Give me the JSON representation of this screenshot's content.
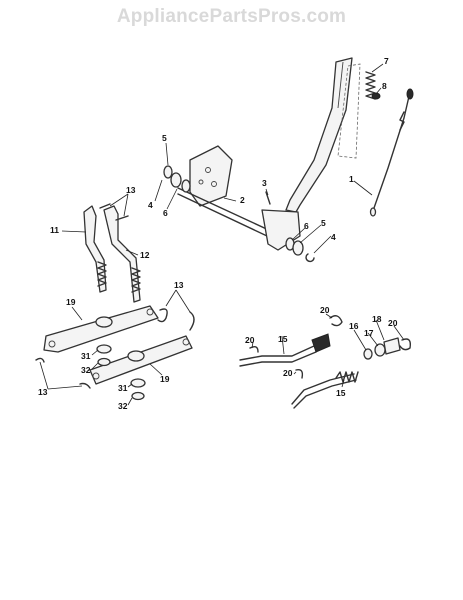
{
  "watermark": "AppliancePartsPros.com",
  "callouts": [
    {
      "id": "1",
      "text": "1"
    },
    {
      "id": "2",
      "text": "2"
    },
    {
      "id": "3",
      "text": "3"
    },
    {
      "id": "4a",
      "text": "4"
    },
    {
      "id": "4b",
      "text": "4"
    },
    {
      "id": "5a",
      "text": "5"
    },
    {
      "id": "5b",
      "text": "5"
    },
    {
      "id": "6a",
      "text": "6"
    },
    {
      "id": "6b",
      "text": "6"
    },
    {
      "id": "7",
      "text": "7"
    },
    {
      "id": "8",
      "text": "8"
    },
    {
      "id": "11",
      "text": "11"
    },
    {
      "id": "12",
      "text": "12"
    },
    {
      "id": "13a",
      "text": "13"
    },
    {
      "id": "13b",
      "text": "13"
    },
    {
      "id": "13c",
      "text": "13"
    },
    {
      "id": "15a",
      "text": "15"
    },
    {
      "id": "15b",
      "text": "15"
    },
    {
      "id": "16",
      "text": "16"
    },
    {
      "id": "17",
      "text": "17"
    },
    {
      "id": "18",
      "text": "18"
    },
    {
      "id": "19a",
      "text": "19"
    },
    {
      "id": "19b",
      "text": "19"
    },
    {
      "id": "20a",
      "text": "20"
    },
    {
      "id": "20b",
      "text": "20"
    },
    {
      "id": "20c",
      "text": "20"
    },
    {
      "id": "20d",
      "text": "20"
    },
    {
      "id": "31a",
      "text": "31"
    },
    {
      "id": "31b",
      "text": "31"
    },
    {
      "id": "32a",
      "text": "32"
    },
    {
      "id": "32b",
      "text": "32"
    }
  ]
}
